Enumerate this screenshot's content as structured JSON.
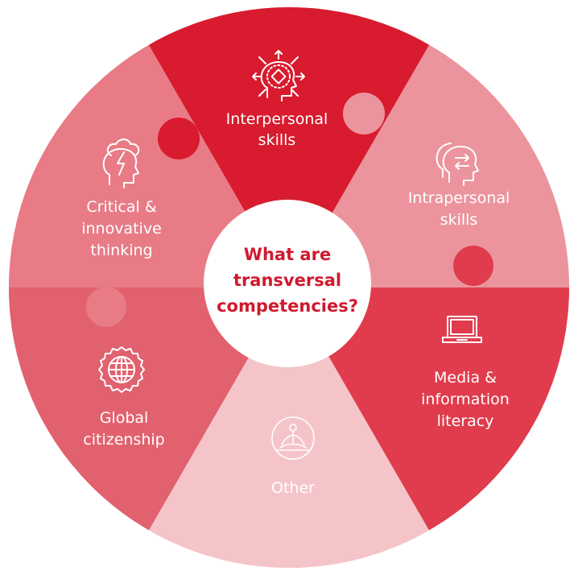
{
  "center": {
    "line1": "What are",
    "line2": "transversal",
    "line3": "competencies?",
    "color": "#d0192e"
  },
  "segments": {
    "interpersonal": {
      "line1": "Interpersonal",
      "line2": "skills",
      "icon": "head-network-icon",
      "color": "#d81b2e"
    },
    "intrapersonal": {
      "line1": "Intrapersonal",
      "line2": "skills",
      "icon": "heads-exchange-icon",
      "color": "#ec949d"
    },
    "media": {
      "line1": "Media &",
      "line2": "information",
      "line3": "literacy",
      "icon": "laptop-icon",
      "color": "#e03c4d"
    },
    "other": {
      "line1": "Other",
      "icon": "meditation-icon",
      "color": "#f5c4c9"
    },
    "global": {
      "line1": "Global",
      "line2": "citizenship",
      "icon": "globe-icon",
      "color": "#e2616f"
    },
    "critical": {
      "line1": "Critical &",
      "line2": "innovative",
      "line3": "thinking",
      "icon": "head-lightning-icon",
      "color": "#e87b86"
    }
  }
}
